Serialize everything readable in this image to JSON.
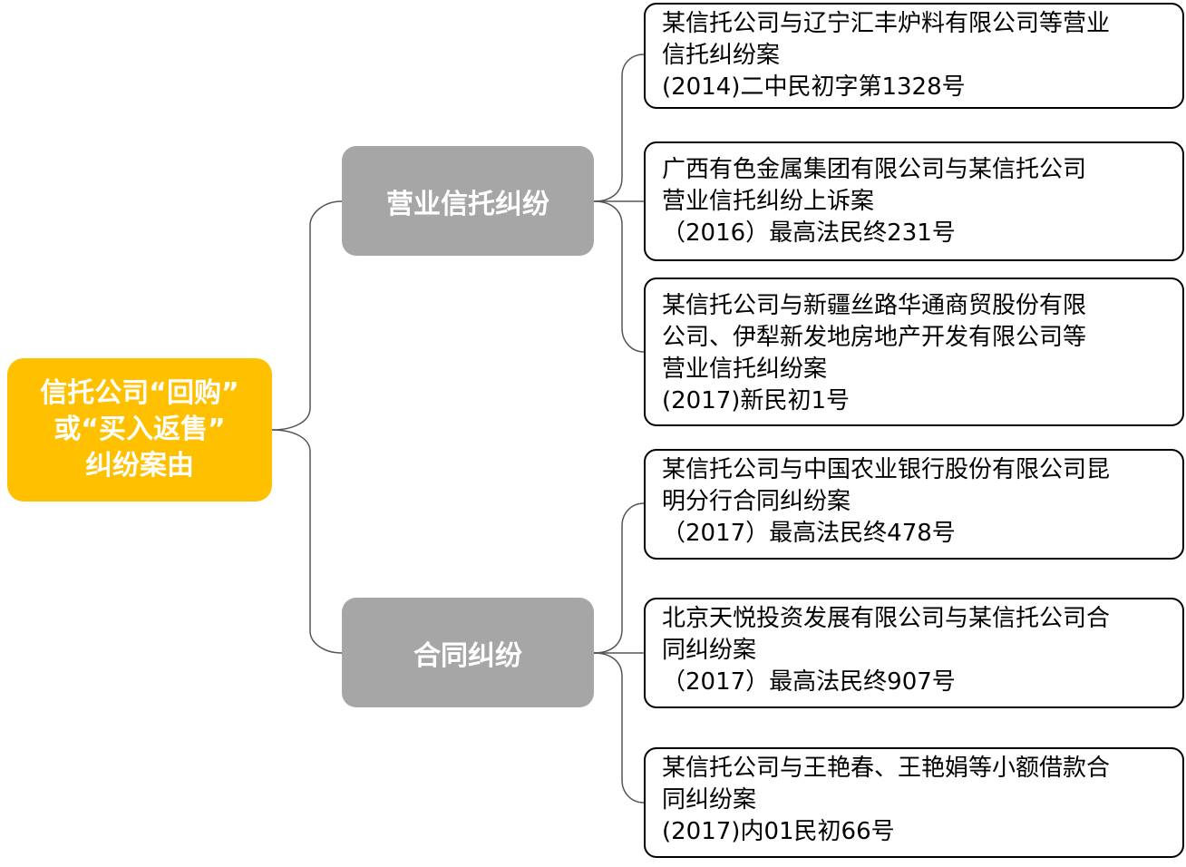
{
  "root": {
    "lines": [
      "信托公司“回购”",
      "或“买入返售”",
      "纠纷案由"
    ]
  },
  "branches": [
    {
      "label": "营业信托纠纷",
      "cases": [
        {
          "lines": [
            "某信托公司与辽宁汇丰炉料有限公司等营业",
            "信托纠纷案",
            "(2014)二中民初字第1328号"
          ]
        },
        {
          "lines": [
            "广西有色金属集团有限公司与某信托公司",
            "营业信托纠纷上诉案",
            "（2016）最高法民终231号"
          ]
        },
        {
          "lines": [
            "某信托公司与新疆丝路华通商贸股份有限",
            "公司、伊犁新发地房地产开发有限公司等",
            "营业信托纠纷案",
            "(2017)新民初1号"
          ]
        }
      ]
    },
    {
      "label": "合同纠纷",
      "cases": [
        {
          "lines": [
            "某信托公司与中国农业银行股份有限公司昆",
            "明分行合同纠纷案",
            "（2017）最高法民终478号"
          ]
        },
        {
          "lines": [
            "北京天悦投资发展有限公司与某信托公司合",
            "同纠纷案",
            "（2017）最高法民终907号"
          ]
        },
        {
          "lines": [
            "某信托公司与王艳春、王艳娟等小额借款合",
            "同纠纷案",
            "(2017)内01民初66号"
          ]
        }
      ]
    }
  ],
  "colors": {
    "root_fill": "#ffc000",
    "branch_fill": "#a6a6a6",
    "leaf_border": "#000000",
    "connector": "#555555"
  }
}
